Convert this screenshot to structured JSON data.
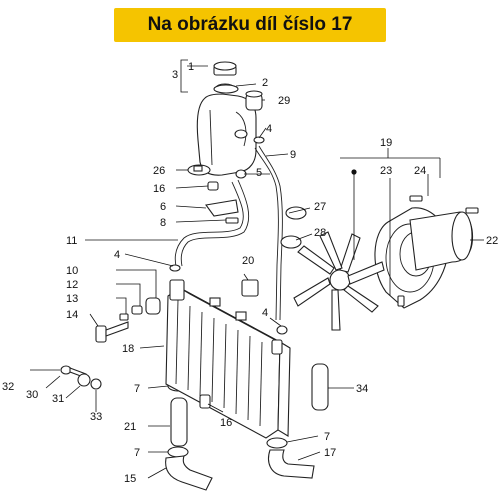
{
  "banner": {
    "text": "Na obrázku díl číslo 17",
    "color": "#f5c400"
  },
  "labels": {
    "l1": "1",
    "l2": "2",
    "l3": "3",
    "l4a": "4",
    "l4b": "4",
    "l4c": "4",
    "l5": "5",
    "l6": "6",
    "l7a": "7",
    "l7b": "7",
    "l7c": "7",
    "l8": "8",
    "l9": "9",
    "l10": "10",
    "l11": "11",
    "l12": "12",
    "l13": "13",
    "l14": "14",
    "l15": "15",
    "l16a": "16",
    "l16b": "16",
    "l17": "17",
    "l18": "18",
    "l19": "19",
    "l20": "20",
    "l21": "21",
    "l22": "22",
    "l23": "23",
    "l24": "24",
    "l26": "26",
    "l27": "27",
    "l28": "28",
    "l29": "29",
    "l30": "30",
    "l31": "31",
    "l32": "32",
    "l33": "33",
    "l34": "34"
  }
}
